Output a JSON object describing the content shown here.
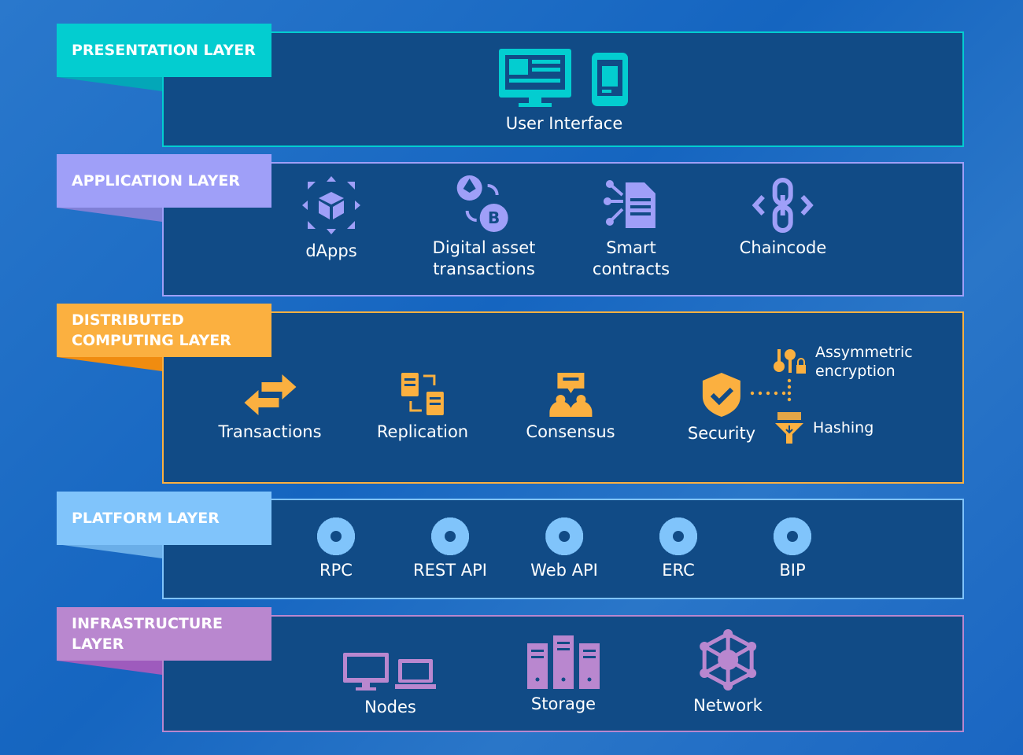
{
  "colors": {
    "presentation": "#03cdd0",
    "application": "#9f9ff8",
    "distributed": "#fbb040",
    "platform": "#80c4fb",
    "infrastructure": "#b987cf",
    "panel": "#114b86"
  },
  "layers": {
    "presentation": {
      "title": "PRESENTATION LAYER",
      "items": [
        {
          "label": "User Interface",
          "icon": "monitor-phone-icon"
        }
      ]
    },
    "application": {
      "title": "APPLICATION LAYER",
      "items": [
        {
          "label": "dApps",
          "icon": "cube-arrows-icon"
        },
        {
          "label": "Digital asset\ntransactions",
          "icon": "crypto-exchange-icon"
        },
        {
          "label": "Smart\ncontracts",
          "icon": "document-network-icon"
        },
        {
          "label": "Chaincode",
          "icon": "chain-code-icon"
        }
      ]
    },
    "distributed": {
      "title": "DISTRIBUTED\nCOMPUTING LAYER",
      "items": [
        {
          "label": "Transactions",
          "icon": "exchange-arrows-icon"
        },
        {
          "label": "Replication",
          "icon": "copy-documents-icon"
        },
        {
          "label": "Consensus",
          "icon": "meeting-icon"
        },
        {
          "label": "Security",
          "icon": "shield-check-icon"
        }
      ],
      "security_sub": [
        {
          "label": "Assymmetric\nencryption",
          "icon": "keys-lock-icon"
        },
        {
          "label": "Hashing",
          "icon": "funnel-icon"
        }
      ]
    },
    "platform": {
      "title": "PLATFORM LAYER",
      "items": [
        {
          "label": "RPC",
          "icon": "gear-icon"
        },
        {
          "label": "REST API",
          "icon": "gear-icon"
        },
        {
          "label": "Web API",
          "icon": "gear-icon"
        },
        {
          "label": "ERC",
          "icon": "gear-icon"
        },
        {
          "label": "BIP",
          "icon": "gear-icon"
        }
      ]
    },
    "infrastructure": {
      "title": "INFRASTRUCTURE\nLAYER",
      "items": [
        {
          "label": "Nodes",
          "icon": "computers-icon"
        },
        {
          "label": "Storage",
          "icon": "server-icon"
        },
        {
          "label": "Network",
          "icon": "network-icon"
        }
      ]
    }
  }
}
